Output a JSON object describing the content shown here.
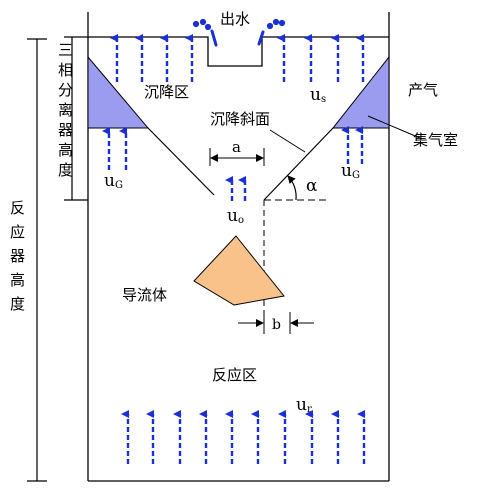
{
  "labels": {
    "outlet": "出水",
    "settling_zone": "沉降区",
    "gas_production": "产气",
    "settling_slope": "沉降斜面",
    "gas_chamber": "集气室",
    "deflector": "导流体",
    "reaction_zone": "反应区",
    "separator_height": "三相分离器高度",
    "reactor_height": "反应器高度",
    "dim_a": "a",
    "dim_b": "b",
    "angle": "α"
  },
  "symbols": {
    "us": {
      "base": "u",
      "sub": "s"
    },
    "ug": {
      "base": "u",
      "sub": "G"
    },
    "ug_right": {
      "base": "u",
      "sub": "G"
    },
    "uo": {
      "base": "u",
      "sub": "o"
    },
    "ur": {
      "base": "u",
      "sub": "r"
    }
  },
  "colors": {
    "arrow": "#1a2fd6",
    "gas_chamber_fill": "#9b9cf0",
    "deflector_fill": "#f9c28b",
    "line": "#000000"
  }
}
